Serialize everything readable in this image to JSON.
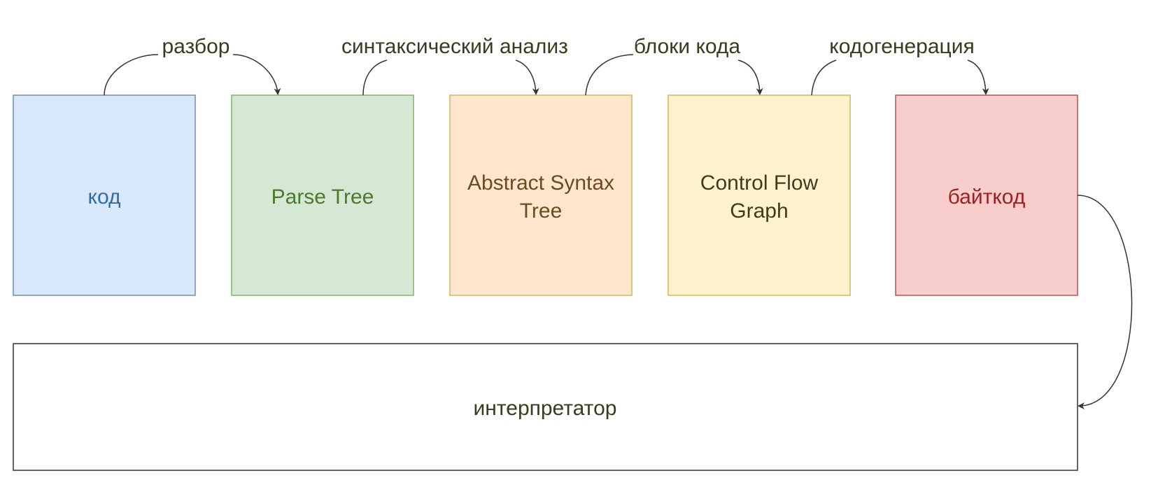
{
  "nodes": {
    "code": {
      "label": "код",
      "fill": "#dae8fc",
      "stroke": "#6c8ebf",
      "text_color": "#2f6ea8"
    },
    "parse_tree": {
      "label": "Parse Tree",
      "fill": "#d5e8d4",
      "stroke": "#82b366",
      "text_color": "#4a7a2a"
    },
    "ast": {
      "label_line1": "Abstract Syntax",
      "label_line2": "Tree",
      "fill": "#ffe6cc",
      "stroke": "#d6b656",
      "text_color": "#6b4a1e"
    },
    "cfg": {
      "label_line1": "Control Flow",
      "label_line2": "Graph",
      "fill": "#fff2cc",
      "stroke": "#d6b656",
      "text_color": "#3d3d1e"
    },
    "bytecode": {
      "label": "байткод",
      "fill": "#f8cecc",
      "stroke": "#b85450",
      "text_color": "#9e1f1f"
    },
    "interpreter": {
      "label": "интерпретатор",
      "fill": "#ffffff",
      "stroke": "#333333",
      "text_color": "#3a3a1e"
    }
  },
  "edges": {
    "parsing": "разбор",
    "syntax_analysis": "синтаксический анализ",
    "code_blocks": "блоки кода",
    "codegen": "кодогенерация"
  },
  "colors": {
    "arrow": "#333333"
  }
}
